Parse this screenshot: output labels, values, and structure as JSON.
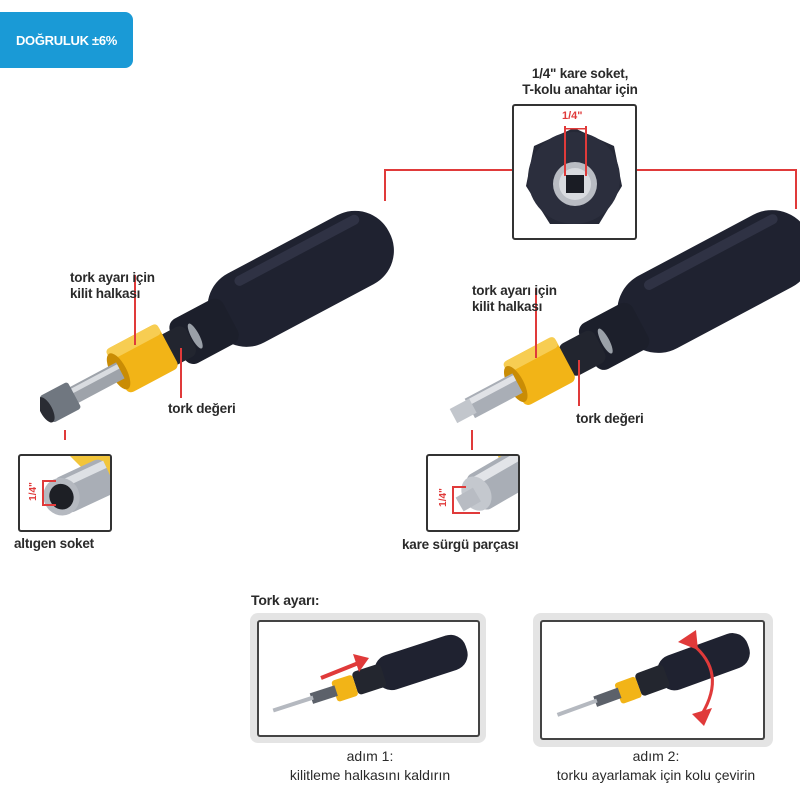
{
  "badge": {
    "label": "DOĞRULUK ±6%"
  },
  "colors": {
    "badge": "#1a9ad6",
    "callout_line": "#e03a3a",
    "collar": "#f2b417",
    "handle": "#1f2230"
  },
  "top_callout": {
    "title_line1": "1/4\" kare soket,",
    "title_line2": "T-kolu anahtar için",
    "dimension": "1/4\""
  },
  "left_tool": {
    "lock_ring_line1": "tork ayarı için",
    "lock_ring_line2": "kilit halkası",
    "torque_value": "tork değeri",
    "inset_dimension": "1/4\"",
    "inset_caption": "altıgen soket"
  },
  "right_tool": {
    "lock_ring_line1": "tork ayarı için",
    "lock_ring_line2": "kilit halkası",
    "torque_value": "tork değeri",
    "inset_dimension": "1/4\"",
    "inset_caption": "kare sürgü parçası"
  },
  "torque_setting": {
    "heading": "Tork ayarı:",
    "steps": [
      {
        "title": "adım 1:",
        "text": "kilitleme halkasını kaldırın",
        "icon": "arrow-up-right-icon"
      },
      {
        "title": "adım 2:",
        "text": "torku ayarlamak için kolu çevirin",
        "icon": "rotate-arrows-icon"
      }
    ]
  }
}
